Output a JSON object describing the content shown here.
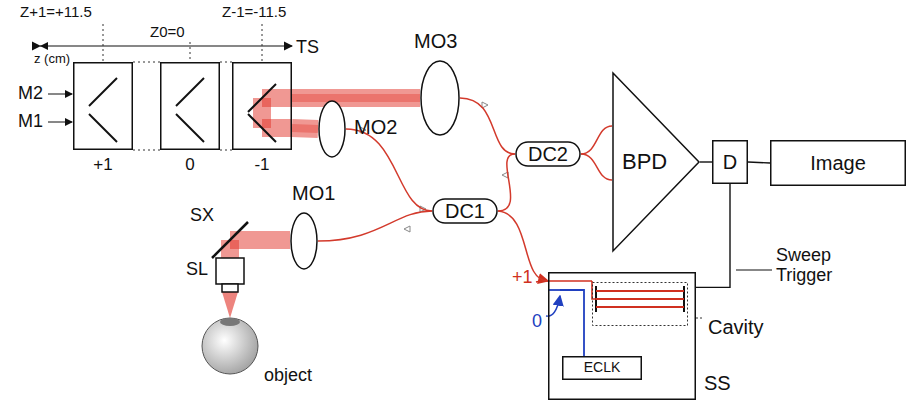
{
  "diagram": {
    "nodes": [
      {
        "text": [
          "MO3"
        ]
      },
      {
        "text": [
          "MO2"
        ]
      },
      {
        "text": [
          "MO1"
        ]
      },
      {
        "text": [
          "DC1"
        ]
      },
      {
        "text": [
          "DC2"
        ]
      },
      {
        "text": [
          "BPD"
        ]
      },
      {
        "text": [
          "D"
        ]
      },
      {
        "text": [
          "Image"
        ]
      },
      {
        "text": [
          "SS"
        ]
      },
      {
        "text": [
          "Cavity"
        ],
        "in": 8
      },
      {
        "text": [
          "ECLK"
        ],
        "in": 8
      },
      {
        "text": [
          "+1"
        ]
      },
      {
        "text": [
          "0"
        ]
      },
      {
        "text": [
          "-1"
        ]
      }
    ],
    "edges": [
      {
        "from": 13,
        "to": 0,
        "arrow": "none"
      },
      {
        "from": 13,
        "to": 1,
        "arrow": "none"
      },
      {
        "from": 1,
        "to": 3,
        "arrow": "none"
      },
      {
        "from": 2,
        "to": 3,
        "arrow": "none"
      },
      {
        "from": 3,
        "to": 4,
        "arrow": "none"
      },
      {
        "from": 3,
        "to": 8,
        "arrow": "none"
      },
      {
        "from": 0,
        "to": 4,
        "arrow": "none"
      },
      {
        "from": 4,
        "to": 5,
        "arrow": "none"
      },
      {
        "from": 4,
        "to": 5,
        "arrow": "none"
      },
      {
        "from": 5,
        "to": 6,
        "arrow": "none"
      },
      {
        "from": 6,
        "to": 7,
        "arrow": "none"
      },
      {
        "from": 8,
        "to": 6,
        "arrow": "none"
      }
    ],
    "labels": [
      "Z+1=+11.5",
      "Z0=0",
      "Z-1=-11.5",
      "z (cm)",
      "M2",
      "M1",
      "TS",
      "SX",
      "SL",
      "object",
      "+1",
      "0",
      "Sweep Trigger"
    ]
  }
}
